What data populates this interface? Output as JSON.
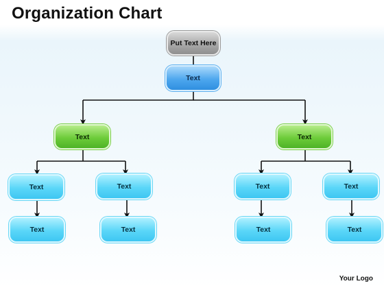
{
  "title": "Organization Chart",
  "logo_text": "Your Logo",
  "nodes": {
    "top": "Put Text Here",
    "root": "Text",
    "left_manager": "Text",
    "right_manager": "Text",
    "left_child_1": "Text",
    "left_child_2": "Text",
    "right_child_1": "Text",
    "right_child_2": "Text",
    "left_grandchild_1": "Text",
    "left_grandchild_2": "Text",
    "right_grandchild_1": "Text",
    "right_grandchild_2": "Text"
  },
  "colors": {
    "top_box": "#a9a9a9",
    "root_box": "#4ea7ee",
    "manager_box": "#6dcc3a",
    "leaf_box": "#5ad6f8",
    "connector": "#111111"
  }
}
